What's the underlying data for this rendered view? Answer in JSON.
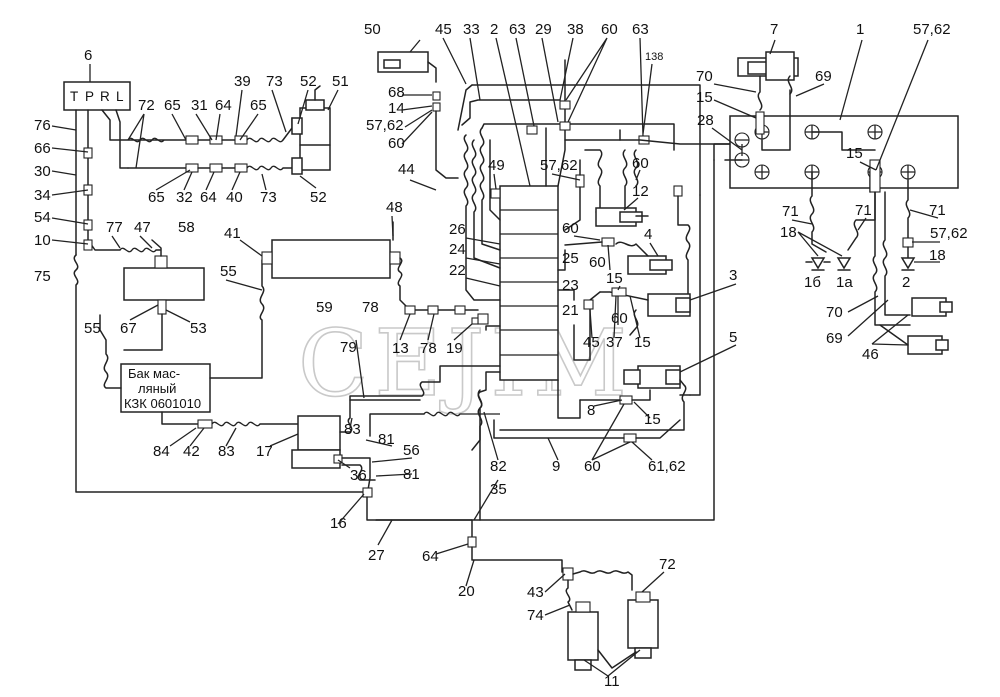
{
  "watermark": "CEJIM",
  "valve_ports": [
    "T",
    "P",
    "R",
    "L"
  ],
  "tank": {
    "line1": "Бак мас-",
    "line2": "ляный",
    "line3": "КЗК 0601010"
  },
  "distributor_label": "138",
  "part_labels": [
    {
      "id": "6",
      "text": "6"
    },
    {
      "id": "76",
      "text": "76"
    },
    {
      "id": "66",
      "text": "66"
    },
    {
      "id": "30",
      "text": "30"
    },
    {
      "id": "34",
      "text": "34"
    },
    {
      "id": "54",
      "text": "54"
    },
    {
      "id": "10",
      "text": "10"
    },
    {
      "id": "75",
      "text": "75"
    },
    {
      "id": "72a",
      "text": "72"
    },
    {
      "id": "65a",
      "text": "65"
    },
    {
      "id": "31",
      "text": "31"
    },
    {
      "id": "64a",
      "text": "64"
    },
    {
      "id": "65b",
      "text": "65"
    },
    {
      "id": "39",
      "text": "39"
    },
    {
      "id": "73a",
      "text": "73"
    },
    {
      "id": "52a",
      "text": "52"
    },
    {
      "id": "51",
      "text": "51"
    },
    {
      "id": "65c",
      "text": "65"
    },
    {
      "id": "32",
      "text": "32"
    },
    {
      "id": "64b",
      "text": "64"
    },
    {
      "id": "40",
      "text": "40"
    },
    {
      "id": "73b",
      "text": "73"
    },
    {
      "id": "52b",
      "text": "52"
    },
    {
      "id": "77",
      "text": "77"
    },
    {
      "id": "47",
      "text": "47"
    },
    {
      "id": "58",
      "text": "58"
    },
    {
      "id": "41",
      "text": "41"
    },
    {
      "id": "48",
      "text": "48"
    },
    {
      "id": "55a",
      "text": "55"
    },
    {
      "id": "59",
      "text": "59"
    },
    {
      "id": "78a",
      "text": "78"
    },
    {
      "id": "67",
      "text": "67"
    },
    {
      "id": "53",
      "text": "53"
    },
    {
      "id": "55b",
      "text": "55"
    },
    {
      "id": "13",
      "text": "13"
    },
    {
      "id": "78b",
      "text": "78"
    },
    {
      "id": "19",
      "text": "19"
    },
    {
      "id": "79",
      "text": "79"
    },
    {
      "id": "84",
      "text": "84"
    },
    {
      "id": "42",
      "text": "42"
    },
    {
      "id": "83a",
      "text": "83"
    },
    {
      "id": "17",
      "text": "17"
    },
    {
      "id": "83b",
      "text": "83"
    },
    {
      "id": "81a",
      "text": "81"
    },
    {
      "id": "56",
      "text": "56"
    },
    {
      "id": "81b",
      "text": "81"
    },
    {
      "id": "36",
      "text": "36"
    },
    {
      "id": "16",
      "text": "16"
    },
    {
      "id": "27",
      "text": "27"
    },
    {
      "id": "50",
      "text": "50"
    },
    {
      "id": "68",
      "text": "68"
    },
    {
      "id": "14",
      "text": "14"
    },
    {
      "id": "5762a",
      "text": "57,62"
    },
    {
      "id": "60a",
      "text": "60"
    },
    {
      "id": "44",
      "text": "44"
    },
    {
      "id": "45a",
      "text": "45"
    },
    {
      "id": "33",
      "text": "33"
    },
    {
      "id": "2",
      "text": "2"
    },
    {
      "id": "63a",
      "text": "63"
    },
    {
      "id": "29",
      "text": "29"
    },
    {
      "id": "38",
      "text": "38"
    },
    {
      "id": "60b",
      "text": "60"
    },
    {
      "id": "63b",
      "text": "63"
    },
    {
      "id": "49",
      "text": "49"
    },
    {
      "id": "5762b",
      "text": "57,62"
    },
    {
      "id": "60c",
      "text": "60"
    },
    {
      "id": "12",
      "text": "12"
    },
    {
      "id": "26",
      "text": "26"
    },
    {
      "id": "24",
      "text": "24"
    },
    {
      "id": "22",
      "text": "22"
    },
    {
      "id": "60d",
      "text": "60"
    },
    {
      "id": "4",
      "text": "4"
    },
    {
      "id": "25",
      "text": "25"
    },
    {
      "id": "60e",
      "text": "60"
    },
    {
      "id": "15a",
      "text": "15"
    },
    {
      "id": "23",
      "text": "23"
    },
    {
      "id": "21",
      "text": "21"
    },
    {
      "id": "60f",
      "text": "60"
    },
    {
      "id": "45b",
      "text": "45"
    },
    {
      "id": "37",
      "text": "37"
    },
    {
      "id": "15b",
      "text": "15"
    },
    {
      "id": "3",
      "text": "3"
    },
    {
      "id": "5",
      "text": "5"
    },
    {
      "id": "8",
      "text": "8"
    },
    {
      "id": "15c",
      "text": "15"
    },
    {
      "id": "82",
      "text": "82"
    },
    {
      "id": "9",
      "text": "9"
    },
    {
      "id": "60g",
      "text": "60"
    },
    {
      "id": "6162",
      "text": "61,62"
    },
    {
      "id": "35",
      "text": "35"
    },
    {
      "id": "64c",
      "text": "64"
    },
    {
      "id": "20",
      "text": "20"
    },
    {
      "id": "43",
      "text": "43"
    },
    {
      "id": "74",
      "text": "74"
    },
    {
      "id": "72b",
      "text": "72"
    },
    {
      "id": "11",
      "text": "11"
    },
    {
      "id": "7",
      "text": "7"
    },
    {
      "id": "1",
      "text": "1"
    },
    {
      "id": "5762c",
      "text": "57,62"
    },
    {
      "id": "70a",
      "text": "70"
    },
    {
      "id": "15d",
      "text": "15"
    },
    {
      "id": "69a",
      "text": "69"
    },
    {
      "id": "28",
      "text": "28"
    },
    {
      "id": "15e",
      "text": "15"
    },
    {
      "id": "71a",
      "text": "71"
    },
    {
      "id": "71b",
      "text": "71"
    },
    {
      "id": "71c",
      "text": "71"
    },
    {
      "id": "18a",
      "text": "18"
    },
    {
      "id": "5762d",
      "text": "57,62"
    },
    {
      "id": "18b",
      "text": "18"
    },
    {
      "id": "1b",
      "text": "1б"
    },
    {
      "id": "1a",
      "text": "1а"
    },
    {
      "id": "2r",
      "text": "2"
    },
    {
      "id": "70b",
      "text": "70"
    },
    {
      "id": "69b",
      "text": "69"
    },
    {
      "id": "46",
      "text": "46"
    }
  ]
}
